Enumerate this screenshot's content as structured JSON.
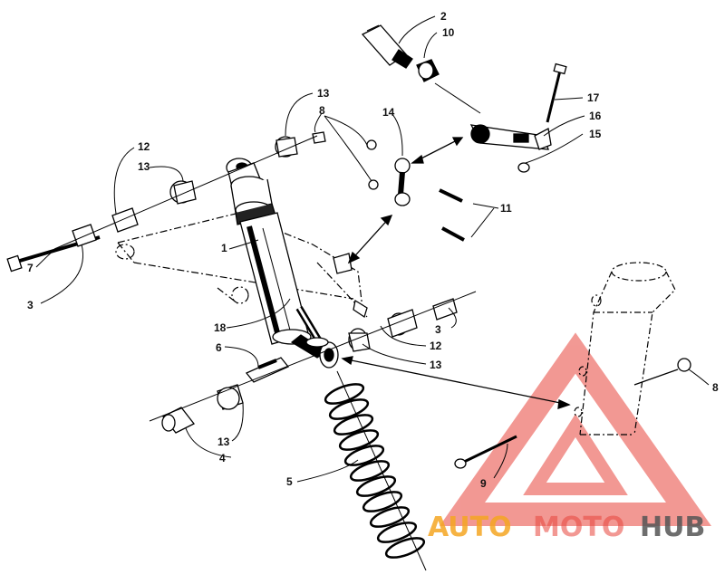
{
  "callouts": {
    "c1": "1",
    "c2": "2",
    "c3a": "3",
    "c3b": "3",
    "c4": "4",
    "c5": "5",
    "c6": "6",
    "c7": "7",
    "c8a": "8",
    "c8b": "8",
    "c9": "9",
    "c10": "10",
    "c11": "11",
    "c12a": "12",
    "c12b": "12",
    "c13a": "13",
    "c13b": "13",
    "c13c": "13",
    "c13d": "13",
    "c14": "14",
    "c15": "15",
    "c16": "16",
    "c17": "17",
    "c18": "18"
  },
  "watermark": {
    "auto": "AUTO",
    "moto": "MOTO",
    "hub": "HUB",
    "color_red": "#e8453c",
    "color_orange": "#f5a623",
    "color_gray": "#555555"
  }
}
